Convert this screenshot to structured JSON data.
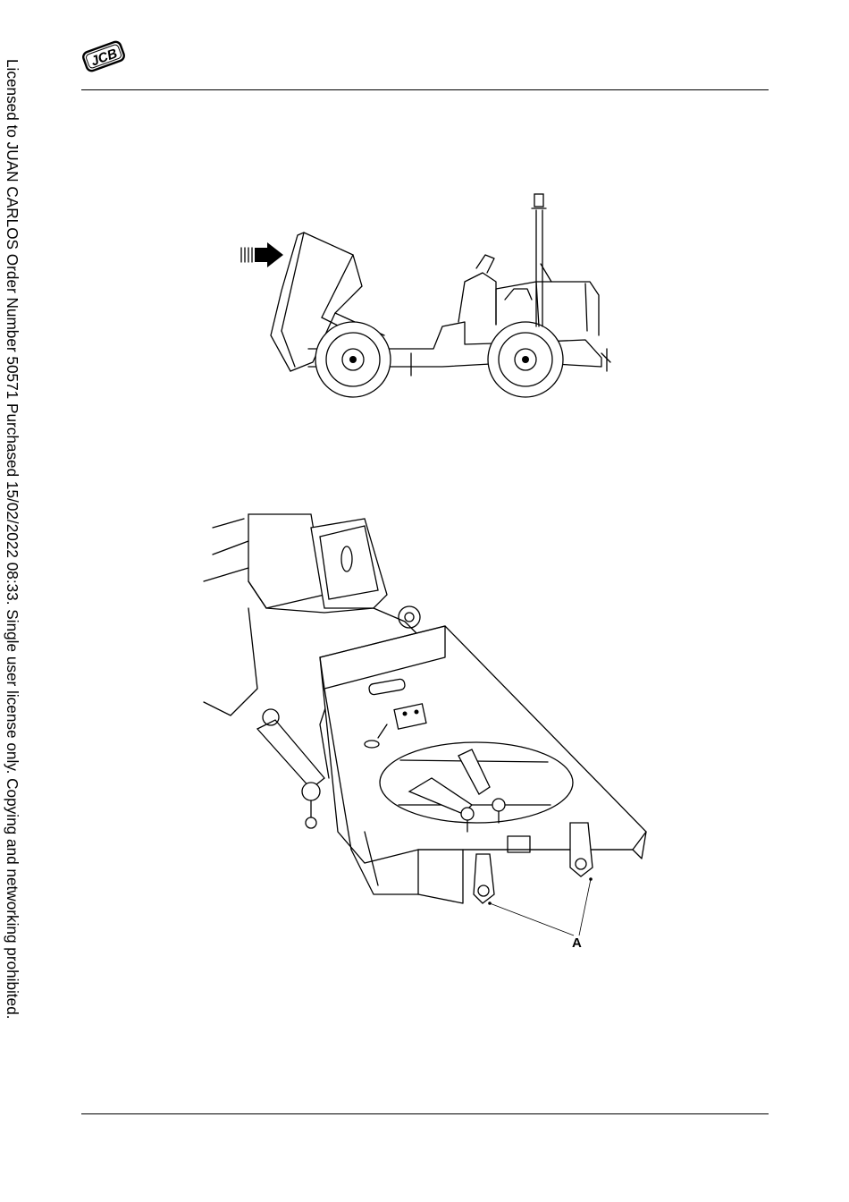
{
  "header": {
    "logo_text": "JCB"
  },
  "license_notice": "Licensed to JUAN CARLOS  Order Number 50571  Purchased 15/02/2022 08:33. Single user license only.  Copying and networking prohibited.",
  "figures": {
    "dumper_side_view": {
      "arrow_icon": "direction-arrow-icon"
    },
    "chassis_detail_view": {
      "callout_label": "A"
    }
  }
}
